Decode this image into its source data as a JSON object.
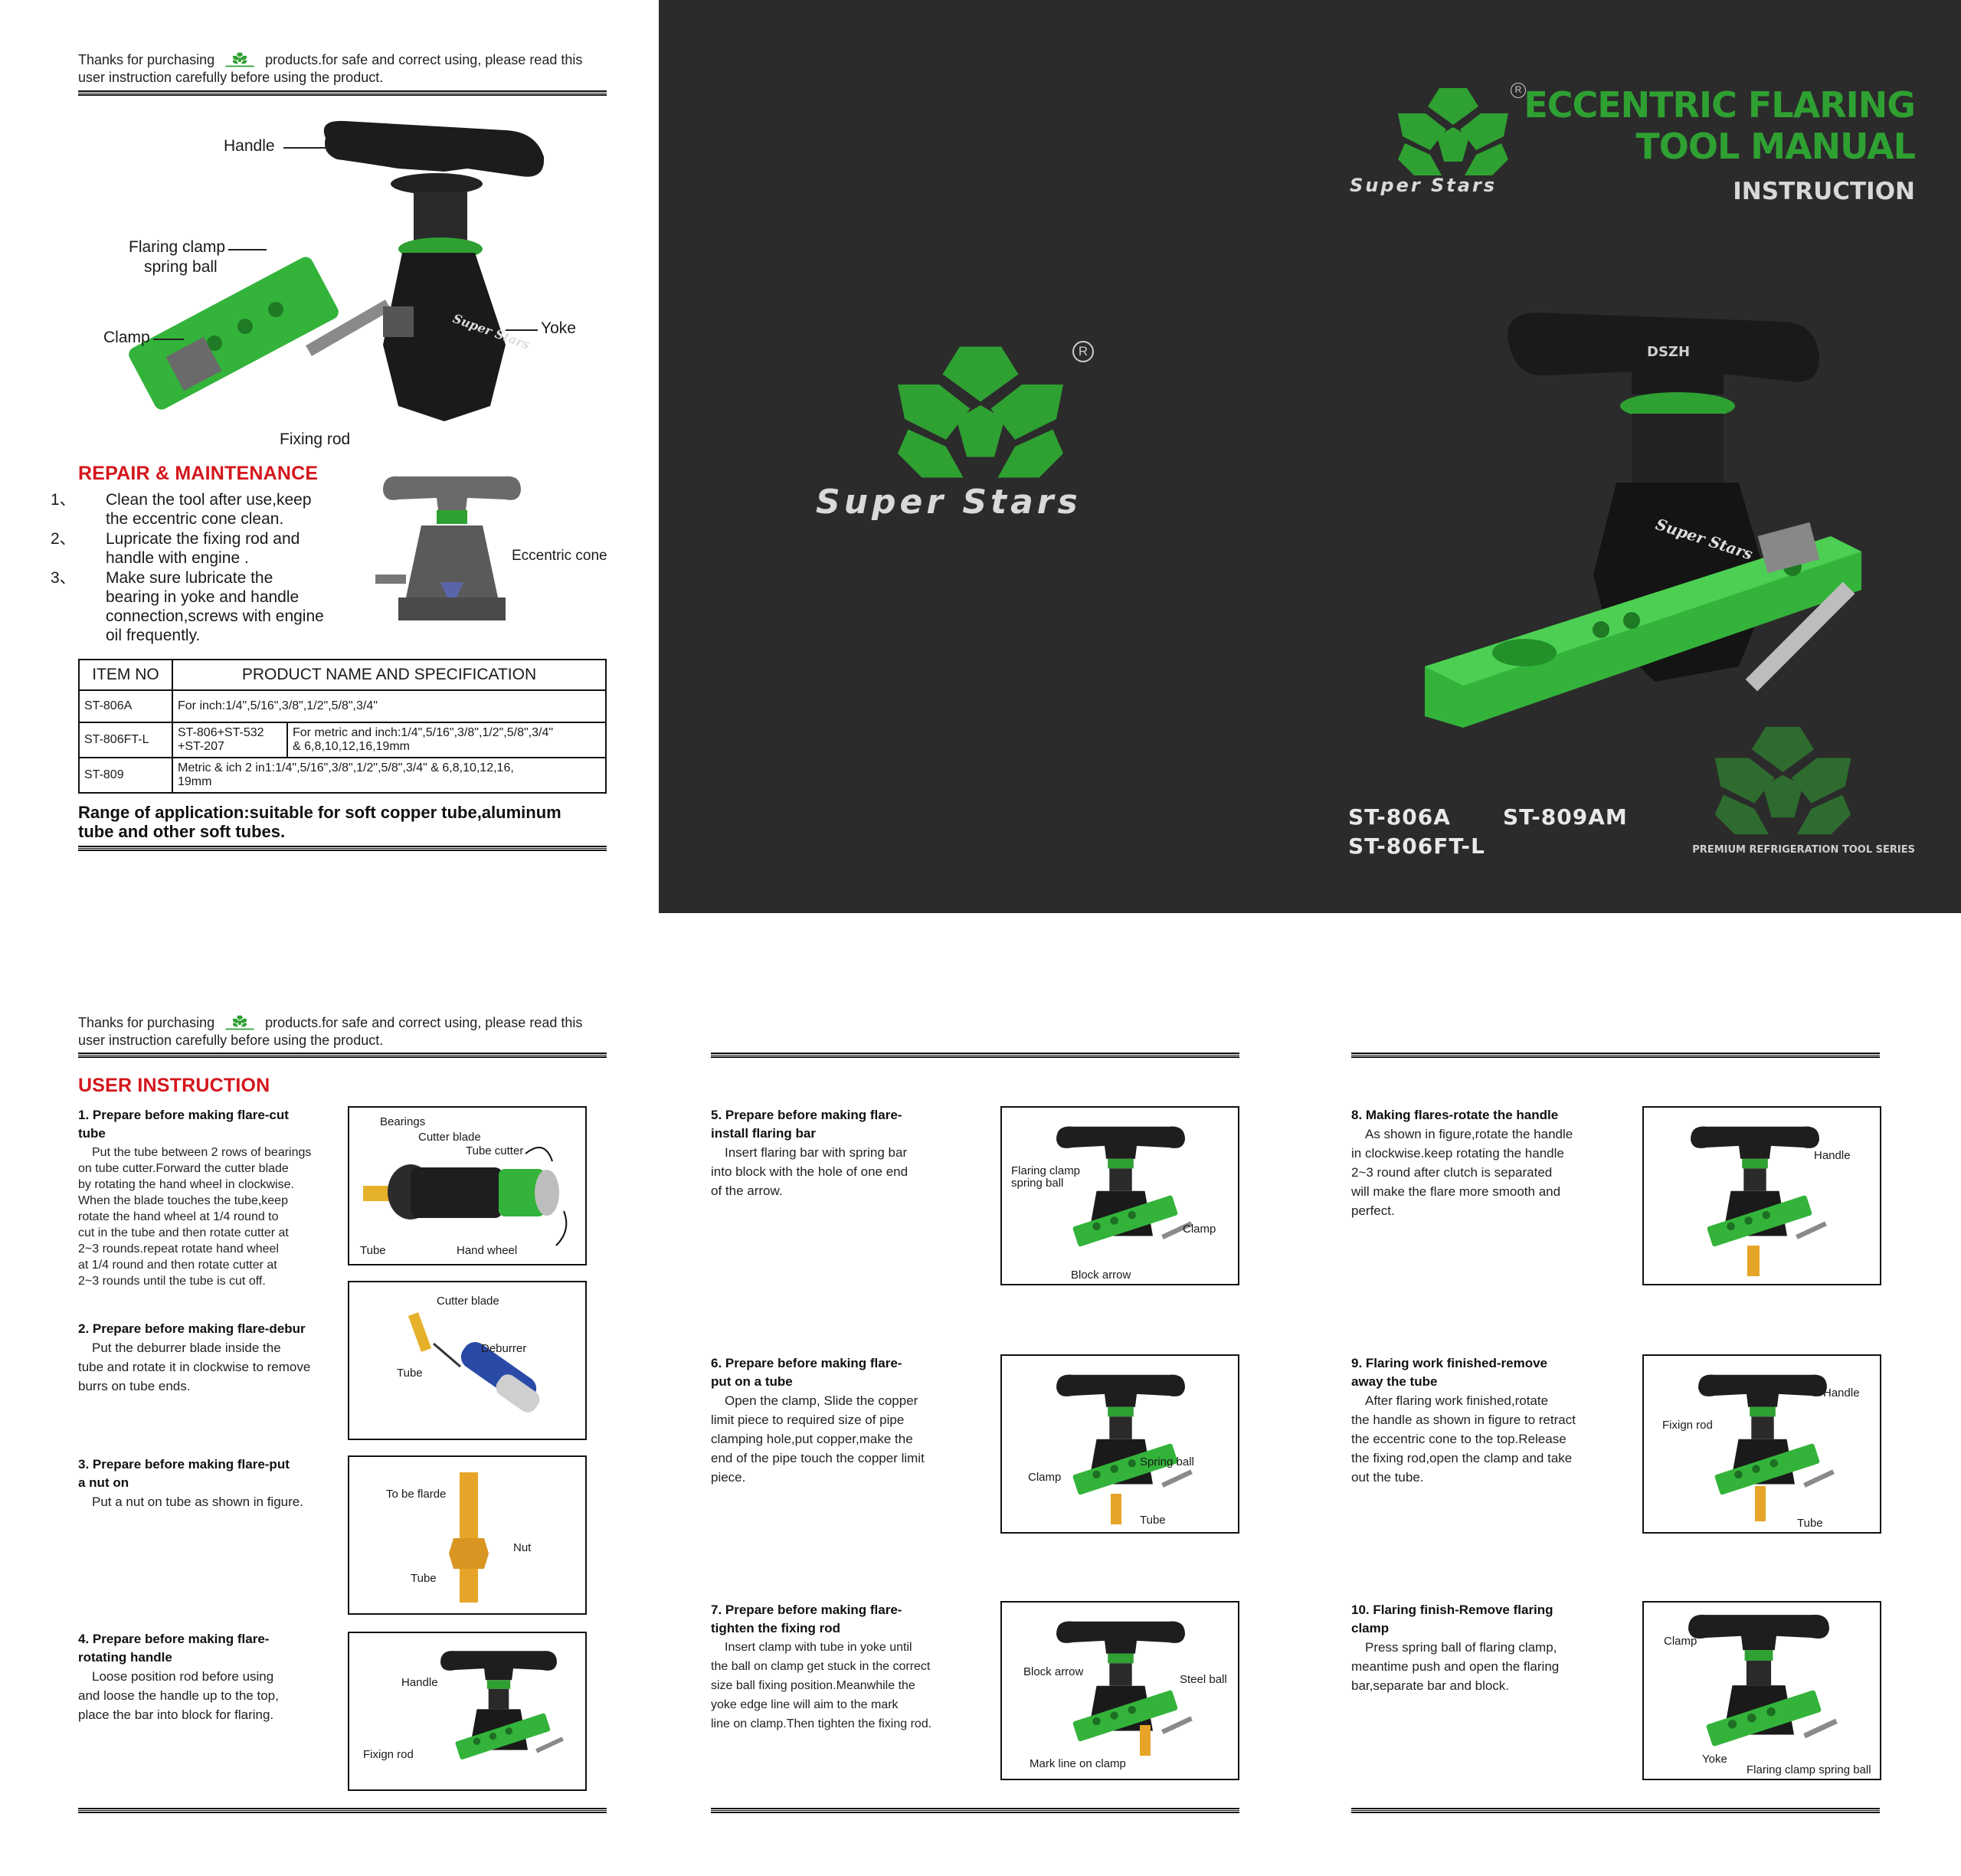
{
  "intro": {
    "before": "Thanks for purchasing",
    "after": "products.for safe and correct using, please read this",
    "line2": "user instruction carefully before using the product."
  },
  "diagram_labels": {
    "handle": "Handle",
    "flaring_clamp_1": "Flaring clamp",
    "flaring_clamp_2": "spring ball",
    "clamp": "Clamp",
    "yoke": "Yoke",
    "fixing_rod": "Fixing rod",
    "eccentric_cone": "Eccentric cone"
  },
  "repair": {
    "heading": "REPAIR & MAINTENANCE",
    "items": [
      {
        "num": "1、",
        "line1": "Clean the tool after use,keep",
        "line2": "the eccentric cone clean.",
        "line3": "",
        "line4": ""
      },
      {
        "num": "2、",
        "line1": "Lupricate the fixing rod and",
        "line2": "handle with engine .",
        "line3": "",
        "line4": ""
      },
      {
        "num": "3、",
        "line1": "Make sure lubricate the",
        "line2": "bearing in yoke and handle",
        "line3": "connection,screws with engine",
        "line4": "oil frequently."
      }
    ]
  },
  "spec_table": {
    "col1": "ITEM NO",
    "col2": "PRODUCT NAME AND SPECIFICATION",
    "rows": [
      {
        "item": "ST-806A",
        "spec": "For inch:1/4\",5/16\",3/8\",1/2\",5/8\",3/4\""
      },
      {
        "item": "ST-806FT-L",
        "parts_1": "ST-806+ST-532",
        "parts_2": "+ST-207",
        "spec_1": "For metric and inch:1/4\",5/16\",3/8\",1/2\",5/8\",3/4\"",
        "spec_2": "& 6,8,10,12,16,19mm"
      },
      {
        "item": "ST-809",
        "spec_1": "Metric & ich 2 in1:1/4\",5/16\",3/8\",1/2\",5/8\",3/4\" & 6,8,10,12,16,",
        "spec_2": "19mm"
      }
    ]
  },
  "range": {
    "line1": "Range of application:suitable for soft copper tube,aluminum",
    "line2": "tube and other soft tubes."
  },
  "cover": {
    "brand": "Super Stars",
    "registered": "R",
    "title_1": "ECCENTRIC FLARING",
    "title_2": "TOOL MANUAL",
    "title_3": "INSTRUCTION",
    "handle_mark": "DSZH",
    "yoke_mark": "Super Stars",
    "models": [
      "ST-806A",
      "ST-809AM",
      "ST-806FT-L"
    ],
    "series": "PREMIUM REFRIGERATION TOOL SERIES",
    "brand_green": "#2fa032",
    "dark_bg": "#2b2b2b"
  },
  "user_instruction": {
    "heading": "USER INSTRUCTION",
    "steps": [
      {
        "t1": "1. Prepare before making flare-cut",
        "t2": "tube",
        "b": [
          "Put the tube between 2 rows of bearings",
          "on tube cutter.Forward the cutter blade",
          "by rotating the hand wheel in clockwise.",
          "When the blade touches the tube,keep",
          "rotate the hand wheel at 1/4 round to",
          "cut in the tube and then rotate cutter at",
          "2~3 rounds.repeat rotate hand wheel",
          "at 1/4 round and then rotate cutter at",
          "2~3 rounds until the tube is cut off."
        ]
      },
      {
        "t1": "2. Prepare before making flare-debur",
        "t2": "",
        "b": [
          "Put the deburrer blade inside the",
          "tube and rotate it in clockwise to remove",
          "burrs on tube ends."
        ]
      },
      {
        "t1": "3. Prepare before making flare-put",
        "t2": "a nut on",
        "b": [
          "Put a nut on tube as shown in figure."
        ]
      },
      {
        "t1": "4. Prepare before making flare-",
        "t2": "rotating handle",
        "b": [
          "Loose position rod before using",
          "and  loose the handle up to the top,",
          "place the bar into block for flaring."
        ]
      },
      {
        "t1": "5. Prepare before making flare-",
        "t2": "install flaring bar",
        "b": [
          "Insert flaring bar with spring bar",
          "into block with the hole of one end",
          "of the arrow."
        ]
      },
      {
        "t1": "6. Prepare before making flare-",
        "t2": "put on a tube",
        "b": [
          "Open the clamp, Slide the copper",
          "limit piece to required size of pipe",
          "clamping hole,put copper,make the",
          "end of the pipe touch the copper limit",
          "piece."
        ]
      },
      {
        "t1": "7. Prepare before making flare-",
        "t2": "tighten the fixing rod",
        "b": [
          "Insert clamp with tube in yoke until",
          "the ball on clamp get stuck in the correct",
          "size ball fixing position.Meanwhile the",
          "yoke edge line will aim to the mark",
          "line on clamp.Then tighten the fixing rod."
        ]
      },
      {
        "t1": "8. Making flares-rotate the handle",
        "t2": "",
        "b": [
          "As shown in figure,rotate the handle",
          "in clockwise.keep rotating the handle",
          "2~3 round after clutch is separated",
          "will make the flare more smooth and",
          "perfect."
        ]
      },
      {
        "t1": "9. Flaring work finished-remove",
        "t2": "away the tube",
        "b": [
          "After flaring work finished,rotate",
          "the handle as shown in figure to retract",
          "the eccentric cone to the top.Release",
          "the fixing rod,open the clamp and take",
          "out the tube."
        ]
      },
      {
        "t1": "10. Flaring finish-Remove flaring",
        "t2": "clamp",
        "b": [
          "Press spring ball of flaring clamp,",
          "meantime push and open the flaring",
          "bar,separate bar and block."
        ]
      }
    ]
  },
  "figure_labels": {
    "f1": {
      "bearings": "Bearings",
      "cutter_blade": "Cutter blade",
      "tube_cutter": "Tube cutter",
      "tube": "Tube",
      "hand_wheel": "Hand wheel"
    },
    "f2": {
      "cutter_blade": "Cutter blade",
      "deburrer": "Deburrer",
      "tube": "Tube"
    },
    "f3": {
      "to_be_flared": "To be flarde",
      "nut": "Nut",
      "tube": "Tube"
    },
    "f4": {
      "handle": "Handle",
      "fixing_rod": "Fixign rod"
    },
    "f5": {
      "flaring_clamp_1": "Flaring clamp",
      "flaring_clamp_2": "spring ball",
      "clamp": "Clamp",
      "block_arrow": "Block arrow"
    },
    "f6": {
      "spring_ball": "Spring ball",
      "clamp": "Clamp",
      "tube": "Tube"
    },
    "f7": {
      "block_arrow": "Block arrow",
      "steel_ball": "Steel ball",
      "mark_line": "Mark line on clamp"
    },
    "f8": {
      "handle": "Handle"
    },
    "f9": {
      "handle": "Handle",
      "fixing_rod": "Fixign rod",
      "tube": "Tube"
    },
    "f10": {
      "clamp": "Clamp",
      "yoke": "Yoke",
      "spring_ball": "Flaring clamp spring ball"
    }
  }
}
